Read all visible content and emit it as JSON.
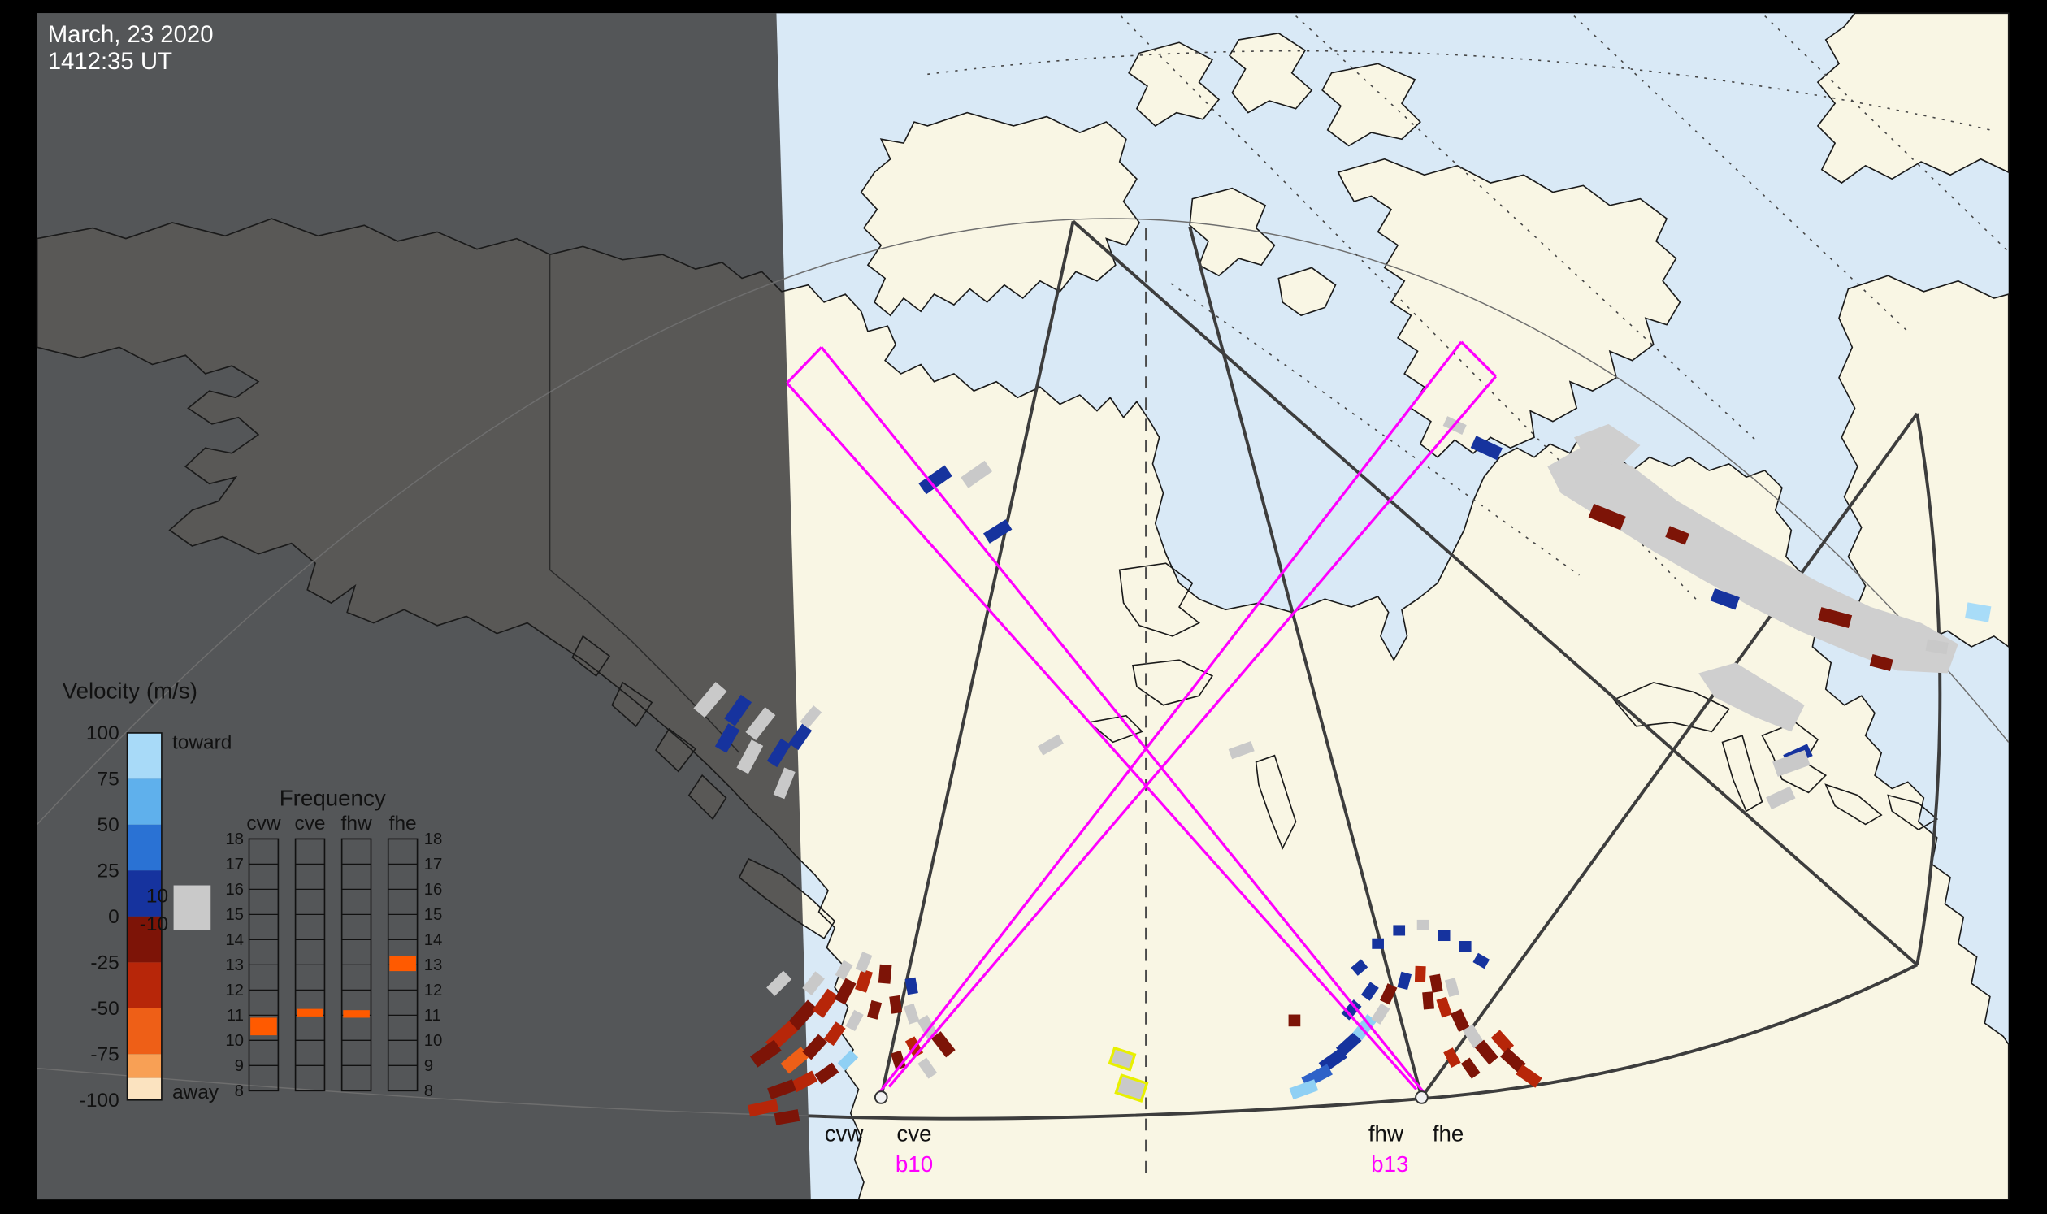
{
  "header": {
    "date_line1": "March, 23 2020",
    "date_line2": "1412:35 UT"
  },
  "velocity_legend": {
    "title": "Velocity (m/s)",
    "toward_label": "toward",
    "away_label": "away",
    "threshold_upper": "10",
    "threshold_lower": "-10",
    "ticks": [
      100,
      75,
      50,
      25,
      0,
      -25,
      -50,
      -75,
      -100
    ],
    "segments": [
      [
        100,
        75,
        "#a8daf8"
      ],
      [
        75,
        50,
        "#5fb0ec"
      ],
      [
        50,
        25,
        "#2a72d4"
      ],
      [
        25,
        0,
        "#16339e"
      ],
      [
        0,
        -25,
        "#7d1407"
      ],
      [
        -25,
        -50,
        "#b72609"
      ],
      [
        -50,
        -75,
        "#ee5f17"
      ],
      [
        -75,
        -88,
        "#f8a055"
      ],
      [
        -88,
        -100,
        "#fbe3c0"
      ]
    ],
    "gray_color": "#c9c9c9"
  },
  "frequency_panel": {
    "title": "Frequency",
    "columns": [
      "cvw",
      "cve",
      "fhw",
      "fhe"
    ],
    "scale_min": 8,
    "scale_max": 18,
    "mark_color": "#ff5a00",
    "marks": [
      {
        "col": "cvw",
        "from": 10.2,
        "to": 10.9
      },
      {
        "col": "cve",
        "from": 10.95,
        "to": 11.25
      },
      {
        "col": "fhw",
        "from": 10.9,
        "to": 11.2
      },
      {
        "col": "fhe",
        "from": 12.75,
        "to": 13.35
      }
    ]
  },
  "radars": [
    {
      "west": "cvw",
      "east": "cve",
      "beam": "b10"
    },
    {
      "west": "fhw",
      "east": "fhe",
      "beam": "b13"
    }
  ],
  "map": {
    "colors": {
      "ocean": "#d9e9f6",
      "land": "#f9f6e4",
      "shadow": "rgba(64,64,64,0.87)",
      "beam": "#ff00ff",
      "scatter_gray": "#cfcfcf",
      "yellow_outline": "#e8f000"
    },
    "gray_patches": [
      "1168,352 1196,336 1232,352 1266,378 1300,398 1338,420 1374,440 1412,458 1450,470 1478,486 1470,508 1432,506 1396,492 1358,476 1322,458 1286,438 1248,416 1210,392 1178,372",
      "1282,508 1310,500 1336,516 1362,532 1352,552 1322,540 1294,526",
      "1188,330 1214,320 1238,336 1222,352 1196,344"
    ],
    "yellow_cells": [
      [
        847,
        799,
        16,
        12,
        18
      ],
      [
        854,
        821,
        20,
        14,
        18
      ]
    ],
    "cells": [
      [
        706,
        362,
        24,
        10,
        -35,
        "#16339e"
      ],
      [
        737,
        358,
        22,
        10,
        -35,
        "#c9c9c9"
      ],
      [
        753,
        401,
        20,
        9,
        -32,
        "#16339e"
      ],
      [
        1122,
        338,
        22,
        10,
        25,
        "#16339e"
      ],
      [
        1098,
        321,
        16,
        8,
        25,
        "#c9c9c9"
      ],
      [
        536,
        528,
        26,
        11,
        -50,
        "#c9c9c9"
      ],
      [
        557,
        536,
        22,
        10,
        -55,
        "#16339e"
      ],
      [
        574,
        546,
        24,
        10,
        -52,
        "#c9c9c9"
      ],
      [
        549,
        557,
        20,
        10,
        -60,
        "#16339e"
      ],
      [
        566,
        571,
        24,
        10,
        -62,
        "#c9c9c9"
      ],
      [
        588,
        568,
        20,
        9,
        -58,
        "#16339e"
      ],
      [
        604,
        556,
        18,
        9,
        -55,
        "#16339e"
      ],
      [
        592,
        591,
        22,
        9,
        -68,
        "#c9c9c9"
      ],
      [
        612,
        541,
        16,
        8,
        -50,
        "#c9c9c9"
      ],
      [
        793,
        562,
        18,
        8,
        -30,
        "#c9c9c9"
      ],
      [
        937,
        566,
        18,
        8,
        -20,
        "#c9c9c9"
      ],
      [
        977,
        770,
        9,
        9,
        0,
        "#7d1407"
      ],
      [
        1213,
        390,
        26,
        11,
        22,
        "#7d1407"
      ],
      [
        1266,
        404,
        16,
        9,
        22,
        "#7d1407"
      ],
      [
        1302,
        452,
        20,
        10,
        20,
        "#16339e"
      ],
      [
        1385,
        466,
        24,
        10,
        15,
        "#7d1407"
      ],
      [
        1420,
        500,
        16,
        9,
        15,
        "#7d1407"
      ],
      [
        1357,
        570,
        20,
        10,
        -25,
        "#16339e"
      ],
      [
        1493,
        462,
        18,
        12,
        10,
        "#a8dcf8"
      ],
      [
        1462,
        488,
        16,
        9,
        10,
        "#c9c9c9"
      ],
      [
        1352,
        576,
        26,
        12,
        -20,
        "#c9c9c9"
      ],
      [
        1344,
        602,
        20,
        10,
        -25,
        "#c9c9c9"
      ],
      [
        606,
        766,
        22,
        10,
        -48,
        "#7d1407"
      ],
      [
        623,
        757,
        20,
        10,
        -55,
        "#b72609"
      ],
      [
        638,
        748,
        18,
        9,
        -62,
        "#7d1407"
      ],
      [
        652,
        740,
        16,
        9,
        -72,
        "#b72609"
      ],
      [
        668,
        735,
        14,
        9,
        -85,
        "#7d1407"
      ],
      [
        590,
        782,
        24,
        10,
        -42,
        "#b72609"
      ],
      [
        578,
        795,
        22,
        10,
        -35,
        "#7d1407"
      ],
      [
        600,
        800,
        20,
        10,
        -40,
        "#ee5f17"
      ],
      [
        615,
        790,
        18,
        9,
        -48,
        "#7d1407"
      ],
      [
        630,
        780,
        16,
        9,
        -55,
        "#b72609"
      ],
      [
        645,
        770,
        14,
        8,
        -62,
        "#c9c9c9"
      ],
      [
        660,
        762,
        13,
        8,
        -75,
        "#7d1407"
      ],
      [
        676,
        758,
        13,
        8,
        82,
        "#7d1407"
      ],
      [
        688,
        744,
        12,
        8,
        80,
        "#16339e"
      ],
      [
        688,
        765,
        14,
        8,
        72,
        "#c9c9c9"
      ],
      [
        700,
        775,
        16,
        9,
        60,
        "#c9c9c9"
      ],
      [
        712,
        788,
        18,
        9,
        52,
        "#7d1407"
      ],
      [
        690,
        790,
        14,
        8,
        62,
        "#b72609"
      ],
      [
        678,
        800,
        13,
        8,
        72,
        "#7d1407"
      ],
      [
        640,
        800,
        14,
        8,
        -45,
        "#8fd0f4"
      ],
      [
        624,
        810,
        16,
        9,
        -35,
        "#7d1407"
      ],
      [
        607,
        816,
        18,
        9,
        -28,
        "#b72609"
      ],
      [
        590,
        822,
        20,
        9,
        -20,
        "#7d1407"
      ],
      [
        576,
        836,
        22,
        9,
        -12,
        "#b72609"
      ],
      [
        594,
        843,
        18,
        9,
        -10,
        "#7d1407"
      ],
      [
        700,
        806,
        14,
        8,
        55,
        "#c9c9c9"
      ],
      [
        652,
        726,
        14,
        8,
        -68,
        "#c9c9c9"
      ],
      [
        637,
        732,
        13,
        8,
        -60,
        "#c9c9c9"
      ],
      [
        614,
        742,
        16,
        9,
        -52,
        "#c9c9c9"
      ],
      [
        588,
        742,
        18,
        9,
        -45,
        "#c9c9c9"
      ],
      [
        1006,
        800,
        20,
        9,
        -35,
        "#16339e"
      ],
      [
        994,
        812,
        22,
        9,
        -28,
        "#2f62c8"
      ],
      [
        984,
        822,
        20,
        9,
        -20,
        "#8fd0f4"
      ],
      [
        1018,
        788,
        18,
        9,
        -42,
        "#16339e"
      ],
      [
        1030,
        775,
        18,
        9,
        -52,
        "#8fd0f4"
      ],
      [
        1020,
        762,
        14,
        8,
        -48,
        "#16339e"
      ],
      [
        1042,
        765,
        14,
        8,
        -58,
        "#c9c9c9"
      ],
      [
        1048,
        750,
        14,
        8,
        -65,
        "#7d1407"
      ],
      [
        1060,
        740,
        12,
        8,
        -75,
        "#16339e"
      ],
      [
        1034,
        748,
        12,
        8,
        -55,
        "#16339e"
      ],
      [
        1026,
        730,
        10,
        8,
        -40,
        "#16339e"
      ],
      [
        1072,
        735,
        12,
        8,
        -88,
        "#b72609"
      ],
      [
        1084,
        742,
        13,
        8,
        80,
        "#7d1407"
      ],
      [
        1078,
        755,
        13,
        8,
        85,
        "#7d1407"
      ],
      [
        1090,
        760,
        14,
        8,
        72,
        "#b72609"
      ],
      [
        1096,
        745,
        13,
        8,
        75,
        "#c9c9c9"
      ],
      [
        1102,
        770,
        15,
        9,
        65,
        "#7d1407"
      ],
      [
        1112,
        782,
        16,
        9,
        58,
        "#c9c9c9"
      ],
      [
        1122,
        794,
        17,
        9,
        50,
        "#7d1407"
      ],
      [
        1134,
        786,
        16,
        9,
        48,
        "#b72609"
      ],
      [
        1142,
        800,
        18,
        9,
        42,
        "#7d1407"
      ],
      [
        1154,
        812,
        18,
        9,
        35,
        "#b72609"
      ],
      [
        1110,
        806,
        14,
        8,
        55,
        "#7d1407"
      ],
      [
        1096,
        798,
        13,
        8,
        62,
        "#b72609"
      ],
      [
        1040,
        712,
        9,
        8,
        0,
        "#16339e"
      ],
      [
        1056,
        702,
        9,
        8,
        0,
        "#16339e"
      ],
      [
        1074,
        698,
        9,
        8,
        0,
        "#c9c9c9"
      ],
      [
        1090,
        706,
        9,
        8,
        0,
        "#16339e"
      ],
      [
        1106,
        714,
        9,
        8,
        0,
        "#16339e"
      ],
      [
        1118,
        725,
        10,
        8,
        30,
        "#16339e"
      ]
    ]
  }
}
